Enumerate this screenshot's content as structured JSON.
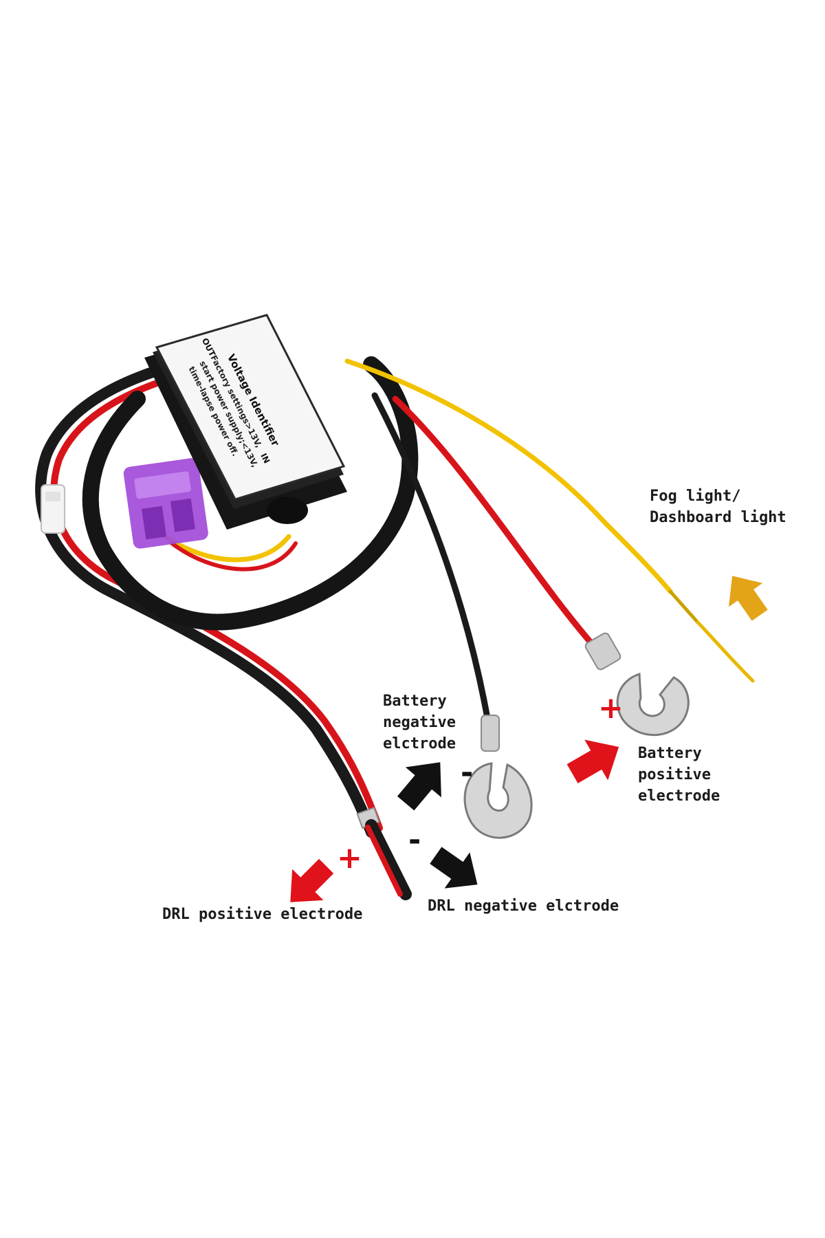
{
  "module": {
    "title": "Voltage Identifier",
    "line1": "Factory settings>13V,",
    "line2": "start power supply;<13V,",
    "line3": "time-lapse power off.",
    "out_label": "OUT",
    "in_label": "IN"
  },
  "labels": {
    "fog_light_line1": "Fog light/",
    "fog_light_line2": "Dashboard light",
    "battery_negative_line1": "Battery",
    "battery_negative_line2": "negative",
    "battery_negative_line3": "elctrode",
    "battery_positive_line1": "Battery",
    "battery_positive_line2": "positive",
    "battery_positive_line3": "electrode",
    "drl_positive": "DRL positive electrode",
    "drl_negative": "DRL negative elctrode"
  },
  "signs": {
    "plus": "+",
    "minus": "-"
  },
  "colors": {
    "red": "#d8141b",
    "black": "#1a1a1a",
    "yellow": "#f2c200",
    "purple": "#a24bd8",
    "arrow_yellow": "#e3a418"
  }
}
